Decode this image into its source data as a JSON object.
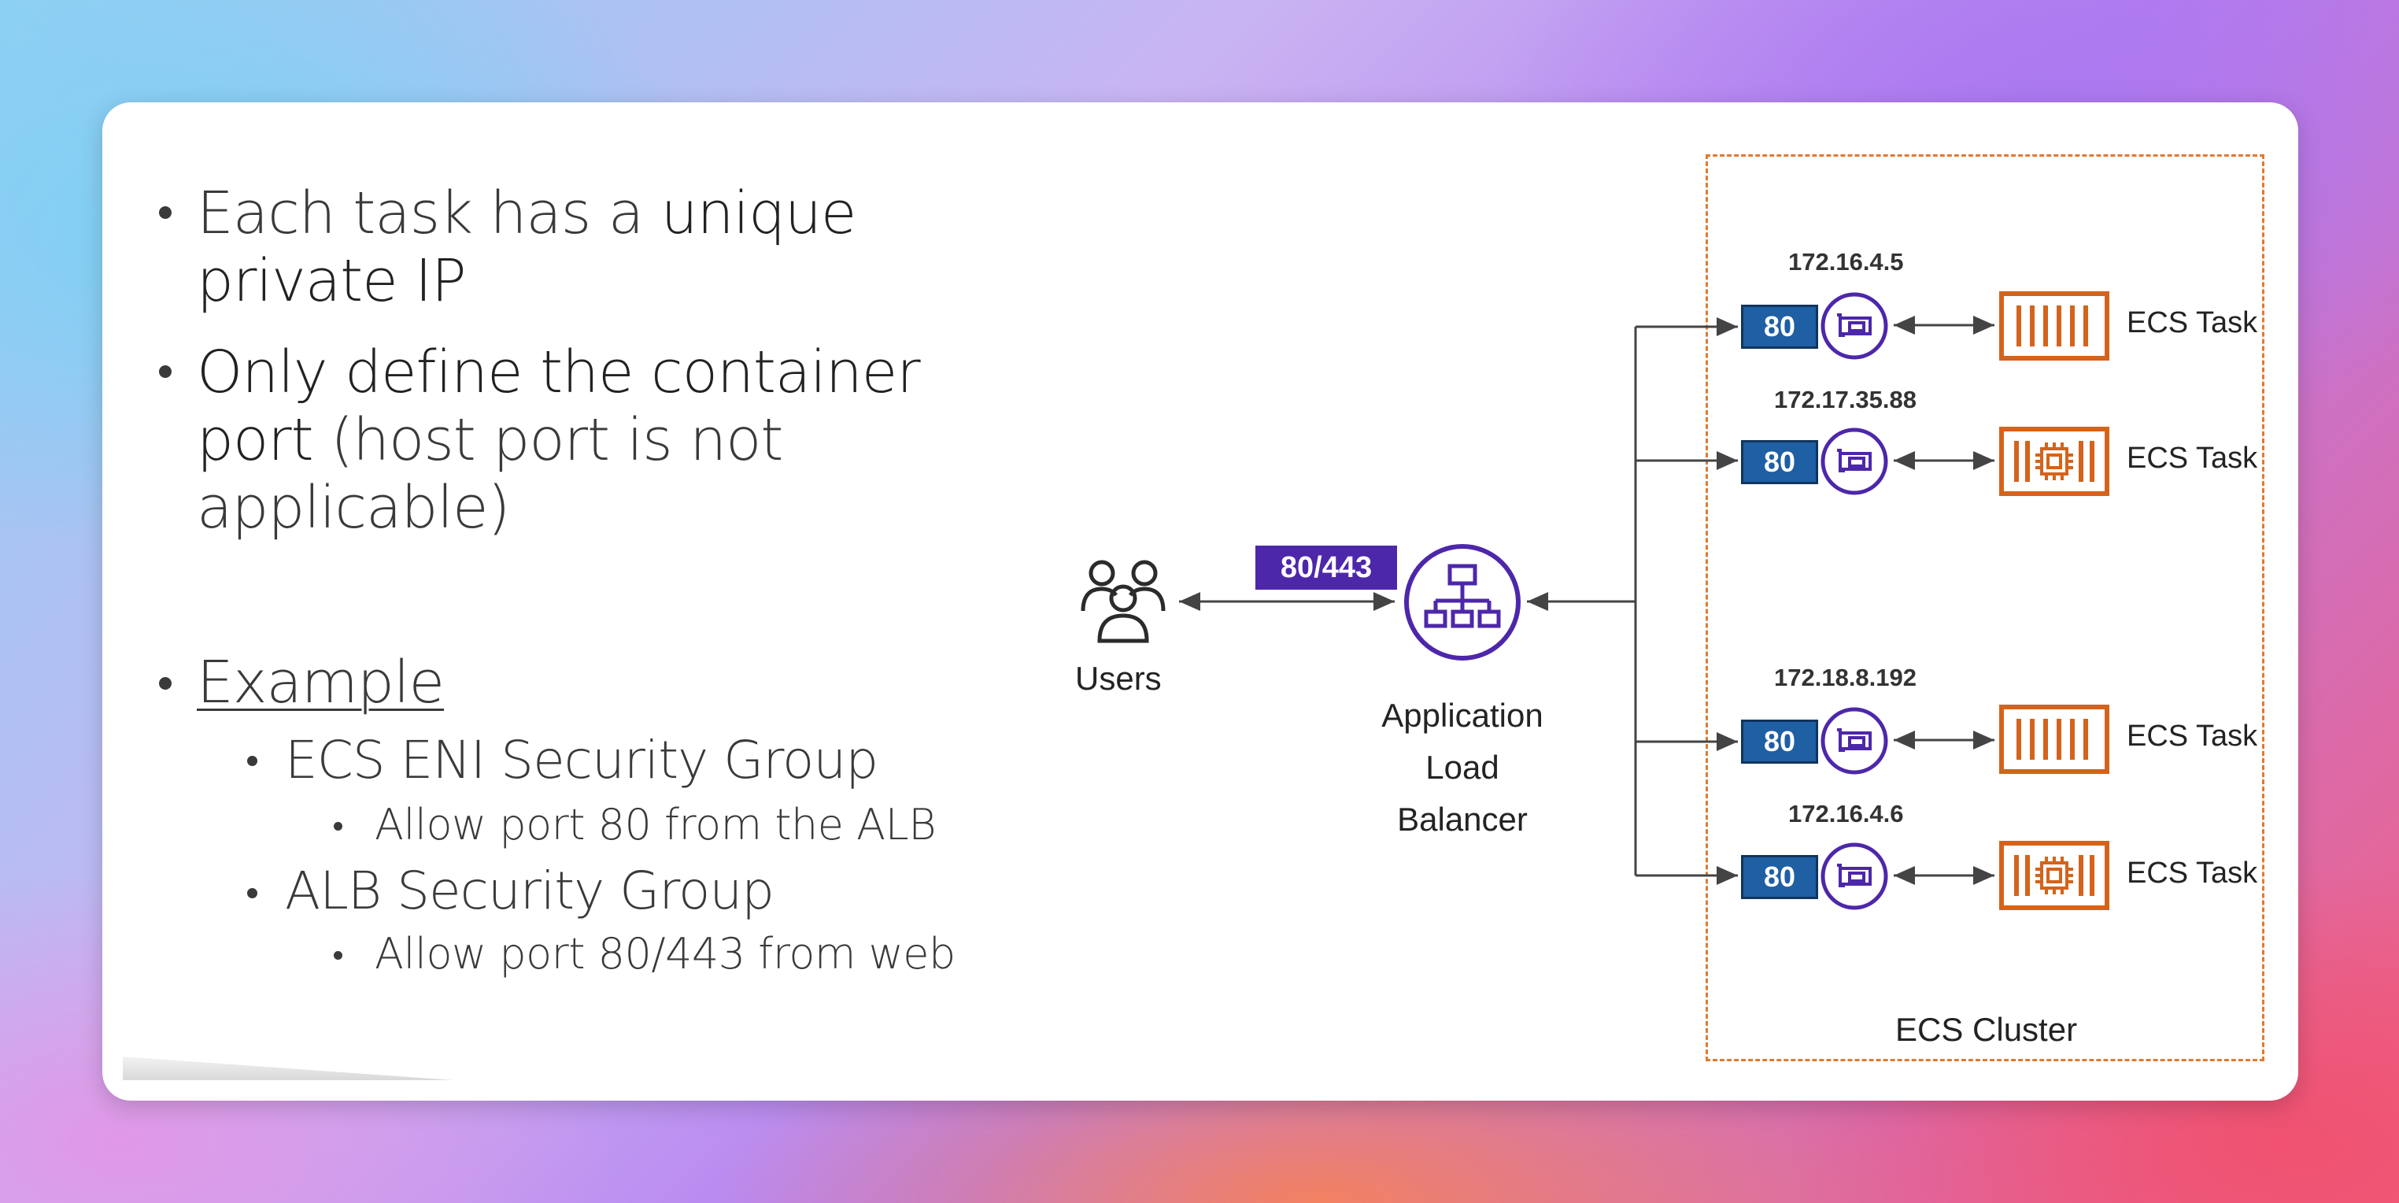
{
  "bullets": {
    "b1_part1": "Each task has a ",
    "b1_part2": "unique",
    "b1_line2": "private IP",
    "b2_line1": "Only define the container",
    "b2_line2_part1": "port",
    "b2_line2_part2": " (host port is not",
    "b2_line3": "applicable)",
    "example": "Example",
    "eni_group": "ECS ENI Security Group",
    "eni_rule": "Allow port 80 from the ALB",
    "alb_group": "ALB Security Group",
    "alb_rule": "Allow port 80/443 from web"
  },
  "diagram": {
    "users_label": "Users",
    "port_tag": "80/443",
    "alb_label_line1": "Application",
    "alb_label_line2": "Load Balancer",
    "cluster_label": "ECS Cluster",
    "tasks": [
      {
        "ip": "172.16.4.5",
        "port": "80",
        "label": "ECS Task"
      },
      {
        "ip": "172.17.35.88",
        "port": "80",
        "label": "ECS Task"
      },
      {
        "ip": "172.18.8.192",
        "port": "80",
        "label": "ECS Task"
      },
      {
        "ip": "172.16.4.6",
        "port": "80",
        "label": "ECS Task"
      }
    ],
    "colors": {
      "accent_purple": "#4d27aa",
      "port_blue": "#1f5fa3",
      "task_orange": "#d4631b",
      "cluster_border": "#e07a33"
    }
  }
}
